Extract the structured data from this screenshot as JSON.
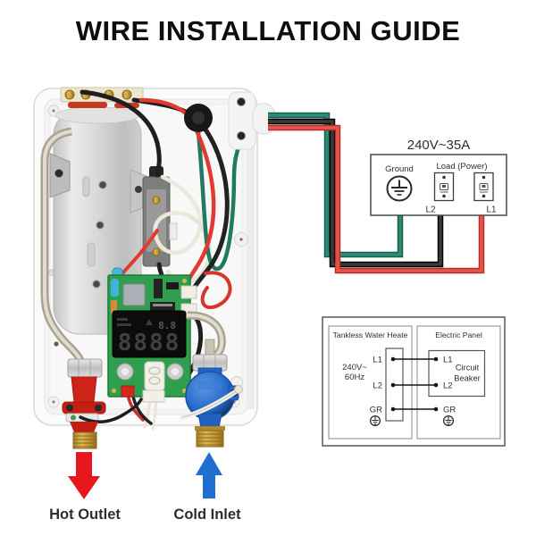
{
  "title": "WIRE INSTALLATION GUIDE",
  "colors": {
    "wire_green": "#2E8C74",
    "wire_black": "#2B2B2B",
    "wire_red": "#E8544C",
    "hot_text": "#D31C24",
    "cold_text": "#1B6CC5",
    "arrow_red": "#E8161D",
    "arrow_blue": "#1E6FD0",
    "pcb_green": "#2F9E4E"
  },
  "heater": {
    "display": {
      "main_value": "8888",
      "secondary_value": "8.8"
    },
    "hot_outlet_label": "Hot Outlet",
    "cold_inlet_label": "Cold Inlet"
  },
  "breaker_panel": {
    "title": "240V~35A",
    "ground_label": "Ground",
    "load_label": "Load (Power)",
    "terminals": [
      "L2",
      "L1"
    ]
  },
  "wiring_diagram": {
    "left_title": "Tankless Water Heate",
    "right_title": "Electric Panel",
    "voltage_line1": "240V~",
    "voltage_line2": "60Hz",
    "left_terminals": [
      "L1",
      "L2",
      "GR"
    ],
    "right_terminals": [
      "L1",
      "L2",
      "GR"
    ],
    "breaker_line1": "Circuit",
    "breaker_line2": "Beaker"
  }
}
